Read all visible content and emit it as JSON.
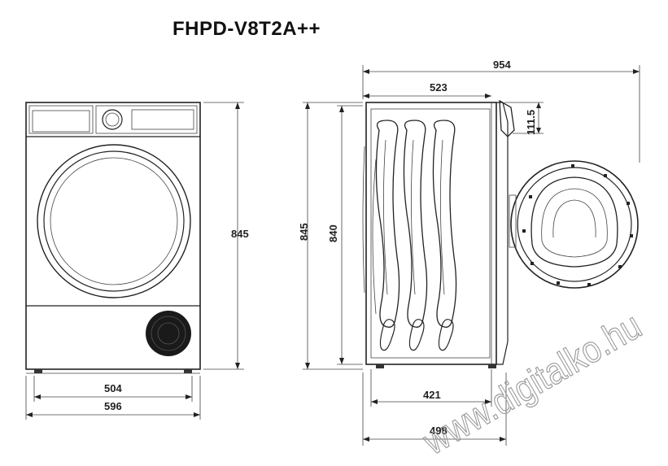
{
  "title": "FHPD-V8T2A++",
  "front_view": {
    "height": "845",
    "inner_width": "504",
    "total_width": "596"
  },
  "side_view": {
    "total_depth_door_open": "954",
    "body_depth": "523",
    "door_protrusion": "111.5",
    "total_height": "845",
    "body_height": "840",
    "foot_span": "421",
    "depth_lower": "498"
  },
  "watermark": "www.digitalko.hu"
}
